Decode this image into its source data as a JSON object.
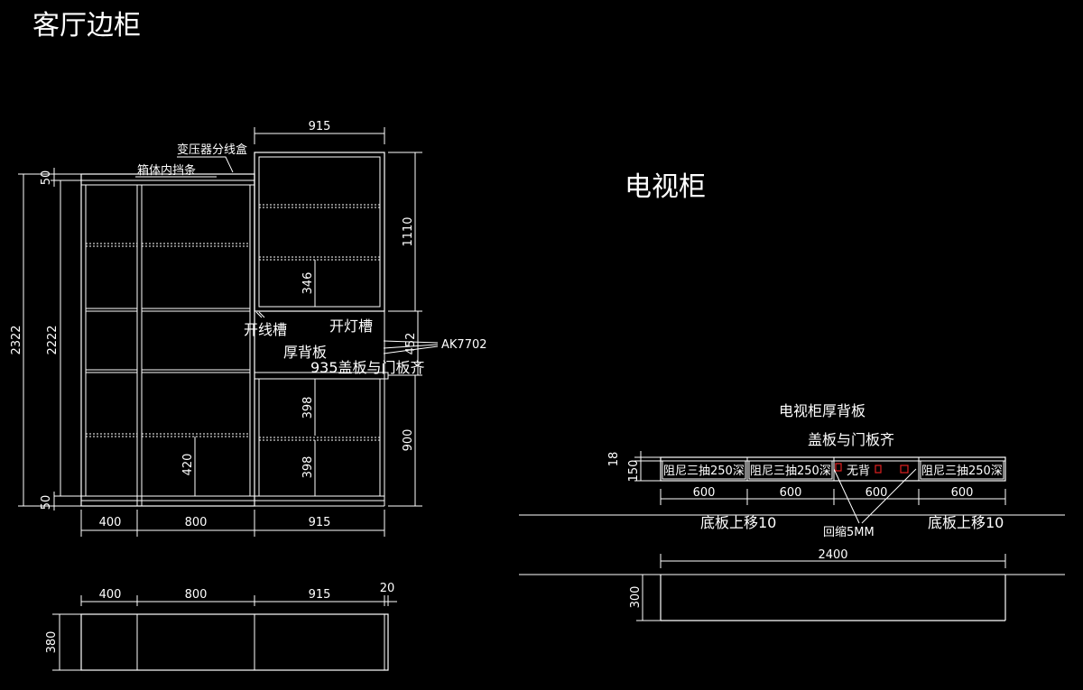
{
  "wardrobe": {
    "title": "客厅边柜",
    "notes": {
      "transformer_box": "变压器分线盒",
      "inner_strip": "箱体内挡条",
      "wire_slot": "开线槽",
      "light_slot": "开灯槽",
      "thick_back": "厚背板",
      "cover_align": "935盖板与门板齐",
      "model": "AK7702"
    },
    "dims": {
      "top_width": "915",
      "total_height": "2322",
      "inner_height": "2222",
      "top_gap": "50",
      "bottom_gap": "50",
      "upper_height": "1110",
      "shelf_gap": "346",
      "mid_height": "452",
      "lower_height": "900",
      "lower_shelf_a": "398",
      "lower_shelf_b": "398",
      "left_shelf": "420",
      "w1": "400",
      "w2": "800",
      "w3": "915"
    },
    "plan": {
      "w1": "400",
      "w2": "800",
      "w3": "915",
      "w4": "20",
      "depth": "380"
    }
  },
  "tv_cabinet": {
    "title": "电视柜",
    "notes": {
      "thick_back": "电视柜厚背板",
      "cover_align": "盖板与门板齐",
      "drawer": "阻尼三抽250深",
      "no_back": "无背",
      "bottom_left": "底板上移10",
      "bottom_right": "底板上移10",
      "recess": "回缩5MM"
    },
    "dims": {
      "h_top": "18",
      "h_total": "150",
      "d1": "600",
      "d2": "600",
      "d3": "600",
      "d4": "600",
      "total_width": "2400",
      "plan_depth": "300"
    }
  }
}
